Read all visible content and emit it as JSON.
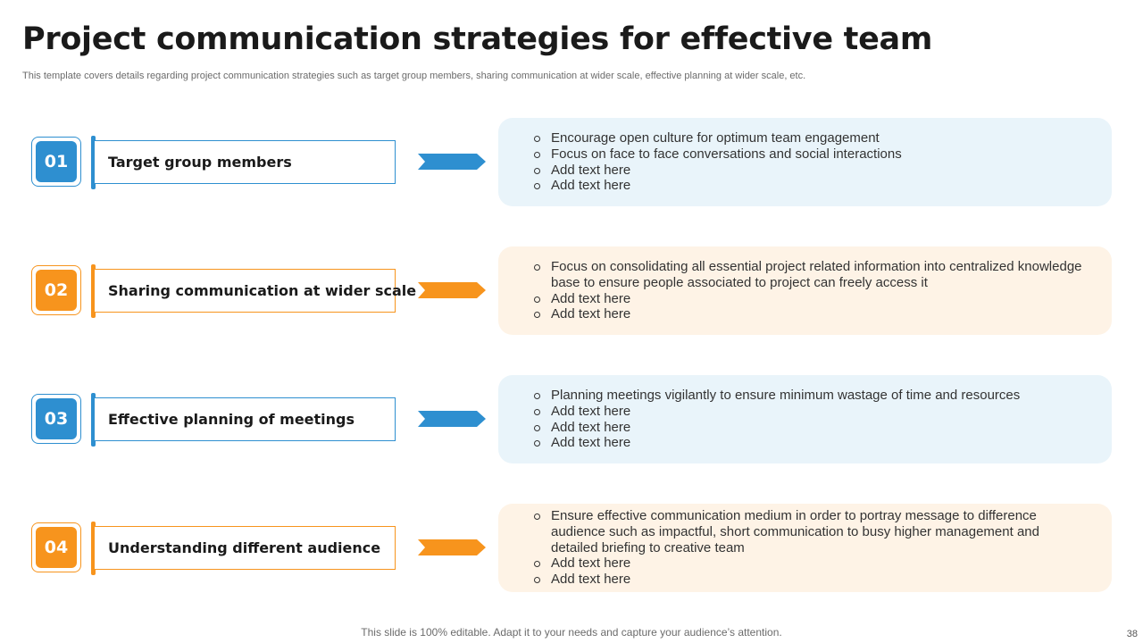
{
  "title": "Project communication strategies for effective team",
  "subtitle": "This template covers details regarding project communication strategies such as target group members, sharing communication at wider scale, effective planning at wider scale, etc.",
  "colors": {
    "blue": "#2e8fd0",
    "orange": "#f7941d",
    "blue_panel": "#e9f4fa",
    "orange_panel": "#fef3e6"
  },
  "strategies": [
    {
      "number": "01",
      "label": "Target group members",
      "theme": "blue",
      "bullets": [
        "Encourage open culture for optimum team engagement",
        "Focus on face to face conversations and social interactions",
        "Add text here",
        "Add text here"
      ]
    },
    {
      "number": "02",
      "label": "Sharing communication at wider scale",
      "theme": "orange",
      "bullets": [
        "Focus on consolidating all essential project related information into centralized knowledge base to ensure people associated to project can freely access it",
        "Add text here",
        "Add text here"
      ]
    },
    {
      "number": "03",
      "label": "Effective  planning of meetings",
      "theme": "blue",
      "bullets": [
        "Planning meetings vigilantly to ensure minimum wastage of time and resources",
        "Add text here",
        "Add text here",
        "Add text here"
      ]
    },
    {
      "number": "04",
      "label": "Understanding different audience",
      "theme": "orange",
      "bullets": [
        "Ensure effective communication medium in order to portray message to difference audience such as impactful, short communication to busy higher management and detailed briefing to creative team",
        "Add text here",
        "Add text here"
      ]
    }
  ],
  "footer": "This slide is 100% editable. Adapt it to your needs and capture your audience’s attention.",
  "page_number": "38"
}
